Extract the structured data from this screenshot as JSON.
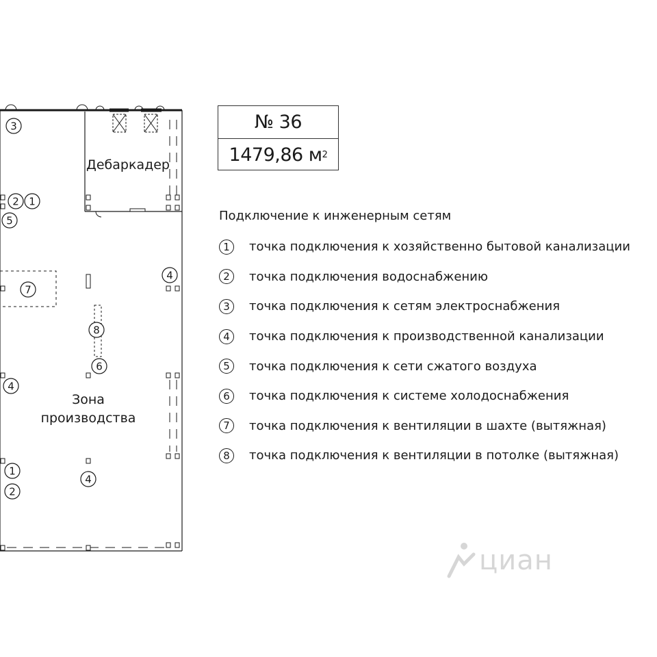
{
  "unit": {
    "number": "№ 36",
    "area": "1479,86 м",
    "area_sup": "2"
  },
  "rooms": {
    "dock": "Дебаркадер",
    "production_line1": "Зона",
    "production_line2": "производства"
  },
  "plan_markers": [
    "3",
    "2",
    "1",
    "5",
    "7",
    "4",
    "8",
    "6",
    "4",
    "1",
    "2",
    "4"
  ],
  "legend": {
    "title": "Подключение к инженерным сетям",
    "items": [
      {
        "num": "1",
        "text": "точка подключения к хозяйственно бытовой канализации"
      },
      {
        "num": "2",
        "text": "точка подключения водоснабжению"
      },
      {
        "num": "3",
        "text": "точка подключения к сетям электроснабжения"
      },
      {
        "num": "4",
        "text": "точка подключения к производственной канализации"
      },
      {
        "num": "5",
        "text": "точка подключения к сети сжатого воздуха"
      },
      {
        "num": "6",
        "text": "точка подключения к системе холодоснабжения"
      },
      {
        "num": "7",
        "text": "точка подключения к вентиляции в шахте (вытяжная)"
      },
      {
        "num": "8",
        "text": "точка подключения к вентиляции в потолке (вытяжная)"
      }
    ]
  },
  "watermark": {
    "text": "циан"
  },
  "colors": {
    "line": "#1a1a1a",
    "watermark": "#c9c9c9"
  }
}
